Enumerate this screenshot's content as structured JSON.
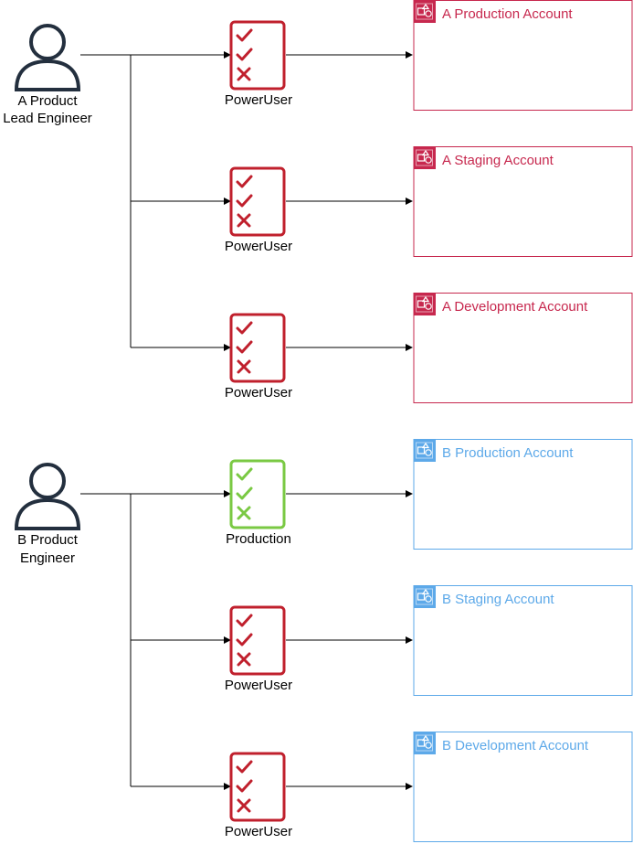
{
  "users": [
    {
      "label_lines": [
        "A Product",
        "Lead Engineer"
      ]
    },
    {
      "label_lines": [
        "B Product",
        "Engineer"
      ]
    }
  ],
  "permission_sets": [
    {
      "label": "PowerUser",
      "variant": "red"
    },
    {
      "label": "PowerUser",
      "variant": "red"
    },
    {
      "label": "PowerUser",
      "variant": "red"
    },
    {
      "label": "Production",
      "variant": "green"
    },
    {
      "label": "PowerUser",
      "variant": "red"
    },
    {
      "label": "PowerUser",
      "variant": "red"
    }
  ],
  "accounts": [
    {
      "title": "A Production Account",
      "group": "A"
    },
    {
      "title": "A Staging Account",
      "group": "A"
    },
    {
      "title": "A Development Account",
      "group": "A"
    },
    {
      "title": "B Production Account",
      "group": "B"
    },
    {
      "title": "B Staging Account",
      "group": "B"
    },
    {
      "title": "B Development Account",
      "group": "B"
    }
  ],
  "colors": {
    "group_A": "#C7284E",
    "group_B": "#5DA9E9",
    "perm_red": "#C0202D",
    "perm_green": "#7AC943",
    "user_icon": "#232F3E",
    "connector": "#000000"
  },
  "icons": {
    "user": "user-icon",
    "permission_set": "checklist-icon",
    "account": "account-icon"
  }
}
